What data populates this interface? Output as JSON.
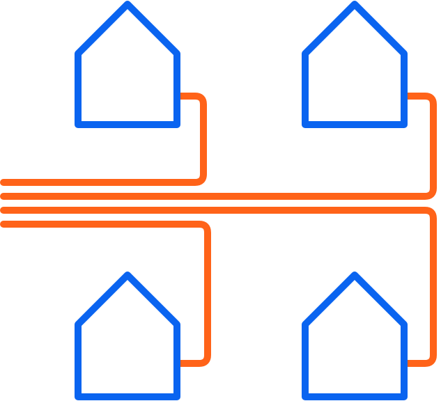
{
  "colors": {
    "house": "#0a64f0",
    "line": "#ff6319",
    "background": "#ffffff"
  },
  "houses": [
    {
      "id": "top-left"
    },
    {
      "id": "top-right"
    },
    {
      "id": "bottom-left"
    },
    {
      "id": "bottom-right"
    }
  ],
  "connections": [
    {
      "from": "trunk",
      "to": "top-left"
    },
    {
      "from": "trunk",
      "to": "top-right"
    },
    {
      "from": "trunk",
      "to": "bottom-right"
    },
    {
      "from": "trunk",
      "to": "bottom-left"
    }
  ]
}
